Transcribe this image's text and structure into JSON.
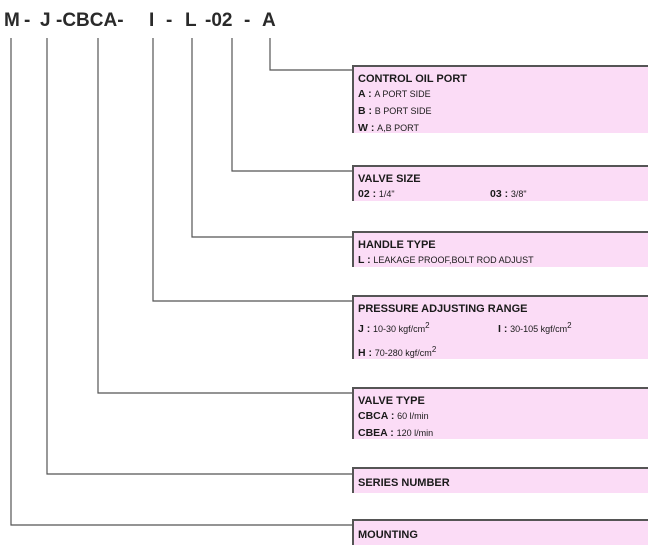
{
  "code": {
    "segments": [
      "M",
      "-",
      "J",
      "-CBCA-",
      "I",
      "-",
      "L",
      "-02",
      "-",
      "A"
    ]
  },
  "boxes": {
    "control_oil_port": {
      "title": "CONTROL OIL PORT",
      "rows": [
        {
          "key": "A :",
          "val": "A PORT SIDE"
        },
        {
          "key": "B :",
          "val": "B PORT SIDE"
        },
        {
          "key": "W :",
          "val": "A,B PORT"
        }
      ]
    },
    "valve_size": {
      "title": "VALVE SIZE",
      "rows": [
        {
          "key": "02 :",
          "val": "1/4\""
        },
        {
          "key": "03 :",
          "val": "3/8\""
        }
      ]
    },
    "handle_type": {
      "title": "HANDLE TYPE",
      "rows": [
        {
          "key": "L :",
          "val": "LEAKAGE PROOF,BOLT ROD ADJUST"
        }
      ]
    },
    "pressure_range": {
      "title": "PRESSURE ADJUSTING RANGE",
      "rows": [
        {
          "key": "J :",
          "val": "10-30 kgf/cm",
          "sup": "2"
        },
        {
          "key": "I :",
          "val": "30-105 kgf/cm",
          "sup": "2"
        },
        {
          "key": "H :",
          "val": "70-280 kgf/cm",
          "sup": "2"
        }
      ]
    },
    "valve_type": {
      "title": "VALVE TYPE",
      "rows": [
        {
          "key": "CBCA :",
          "val": "60 l/min"
        },
        {
          "key": "CBEA :",
          "val": "120 l/min"
        }
      ]
    },
    "series_number": {
      "title": "SERIES NUMBER"
    },
    "mounting": {
      "title": "MOUNTING"
    }
  },
  "colors": {
    "box_fill": "#fbdcf6",
    "line": "#555555"
  }
}
